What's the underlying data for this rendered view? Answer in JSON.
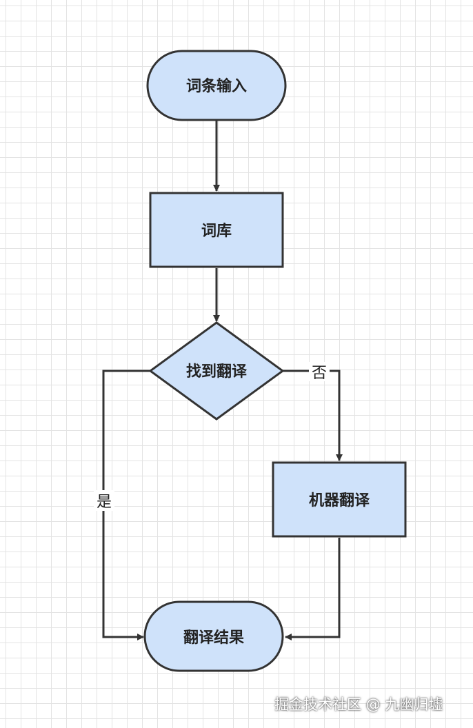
{
  "colors": {
    "node_fill": "#cfe2fa",
    "node_stroke": "#333333",
    "edge": "#333333",
    "grid": "#e3e3e3"
  },
  "nodes": {
    "input": {
      "label": "词条输入",
      "shape": "terminator"
    },
    "dictionary": {
      "label": "词库",
      "shape": "process"
    },
    "decision": {
      "label": "找到翻译",
      "shape": "decision"
    },
    "machine": {
      "label": "机器翻译",
      "shape": "process"
    },
    "result": {
      "label": "翻译结果",
      "shape": "terminator"
    }
  },
  "edges": {
    "yes_label": "是",
    "no_label": "否"
  },
  "watermark": "掘金技术社区 @ 九幽归墟"
}
